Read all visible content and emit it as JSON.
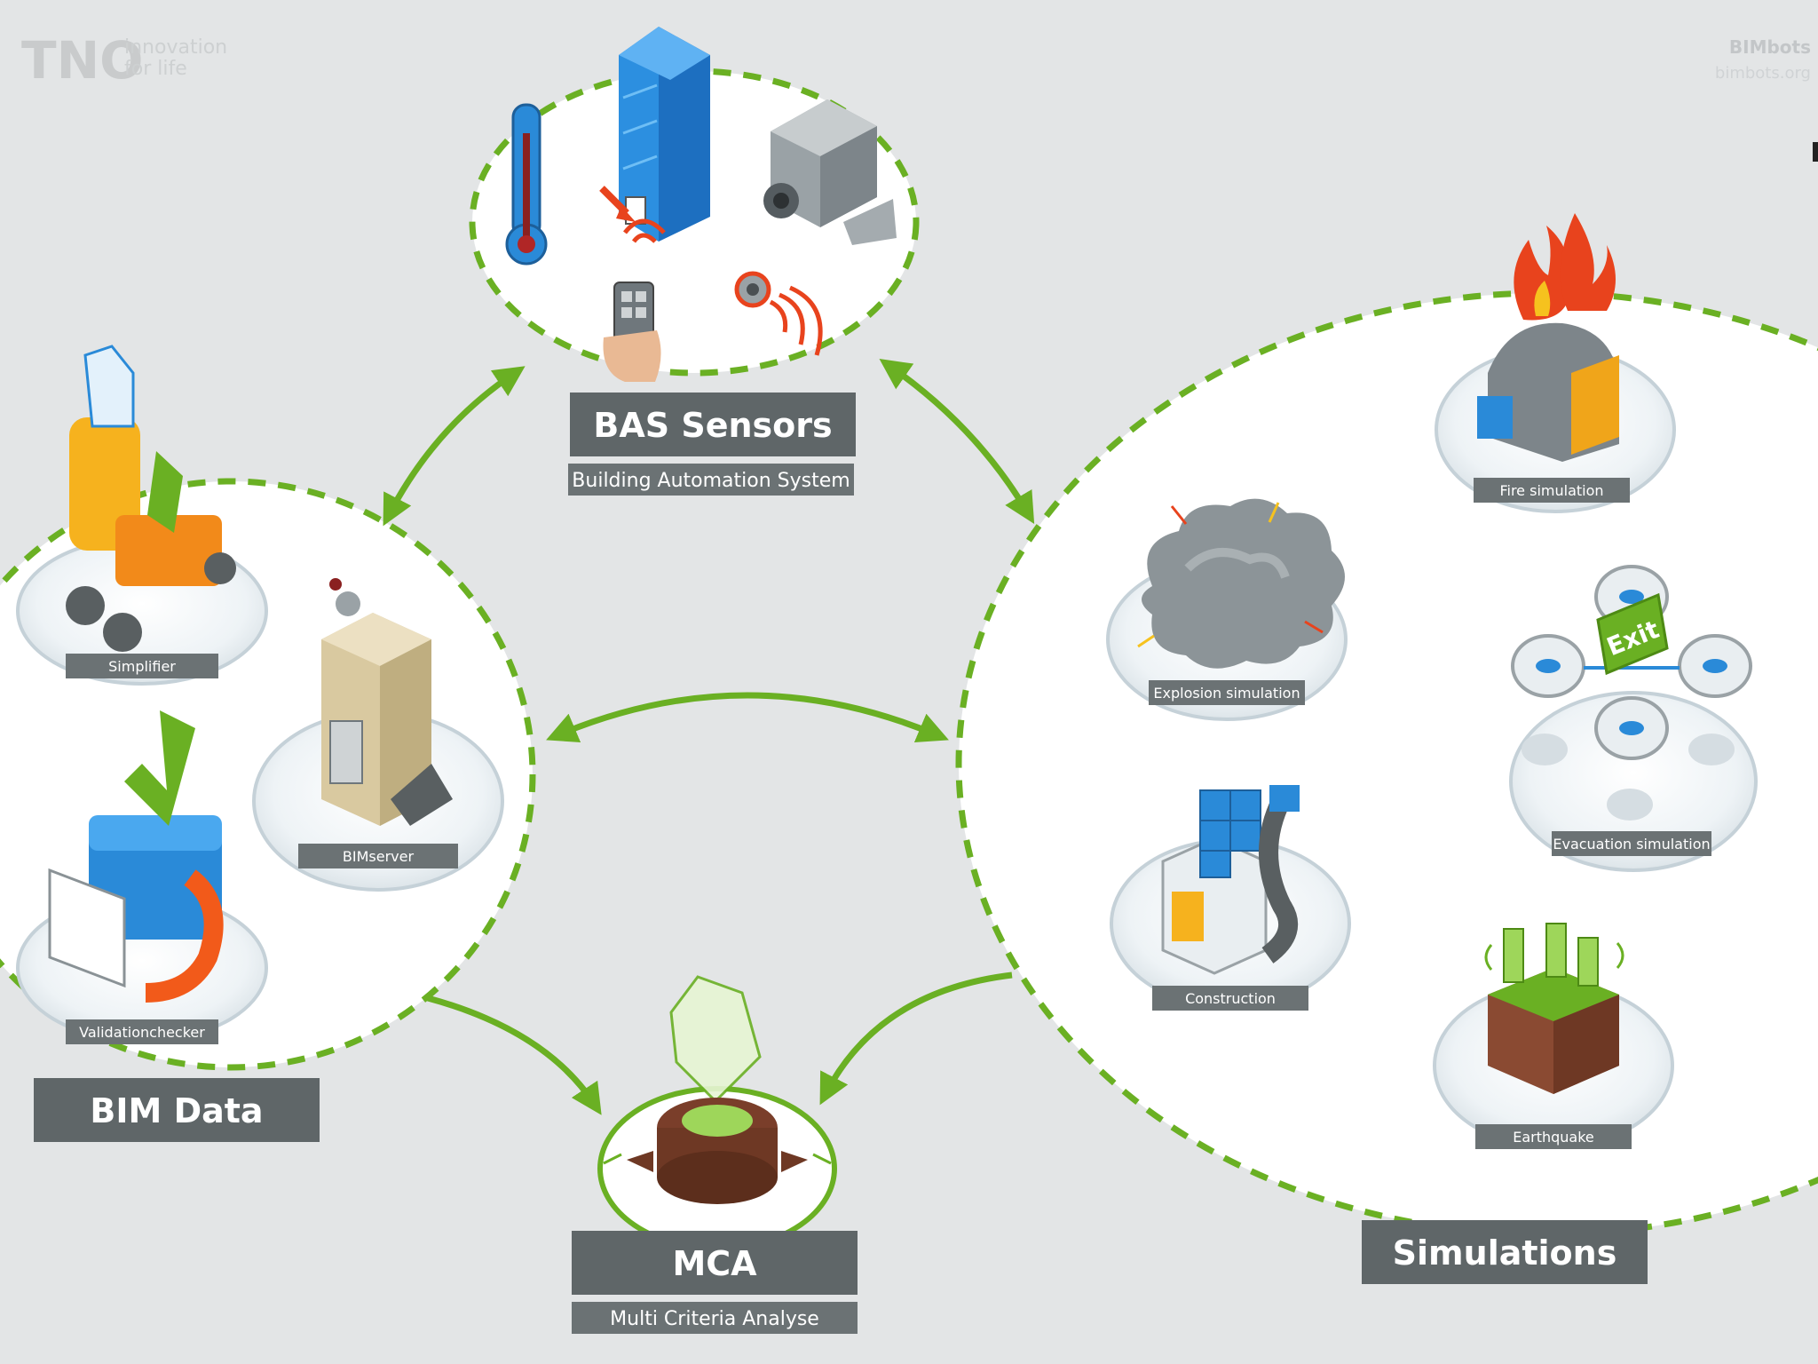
{
  "logo": {
    "brand": "TNO",
    "tagline_line1": "innovation",
    "tagline_line2": "for life"
  },
  "project": {
    "title": "BIMbots",
    "url": "bimbots.org"
  },
  "clusters": {
    "bas": {
      "title": "BAS Sensors",
      "subtitle": "Building Automation System"
    },
    "bim": {
      "title": "BIM Data",
      "tools": [
        "Simplifier",
        "BIMserver",
        "Validationchecker"
      ]
    },
    "simulations": {
      "title": "Simulations",
      "tools": [
        "Fire simulation",
        "Explosion simulation",
        "Evacuation simulation",
        "Construction",
        "Earthquake"
      ]
    },
    "mca": {
      "title": "MCA",
      "subtitle": "Multi Criteria Analyse"
    }
  },
  "icons": {
    "exit_sign": "Exit"
  },
  "colors": {
    "background": "#e3e5e6",
    "accent_green": "#6ab023",
    "label_bg": "#5f6668",
    "cluster_fill": "#ffffff"
  }
}
